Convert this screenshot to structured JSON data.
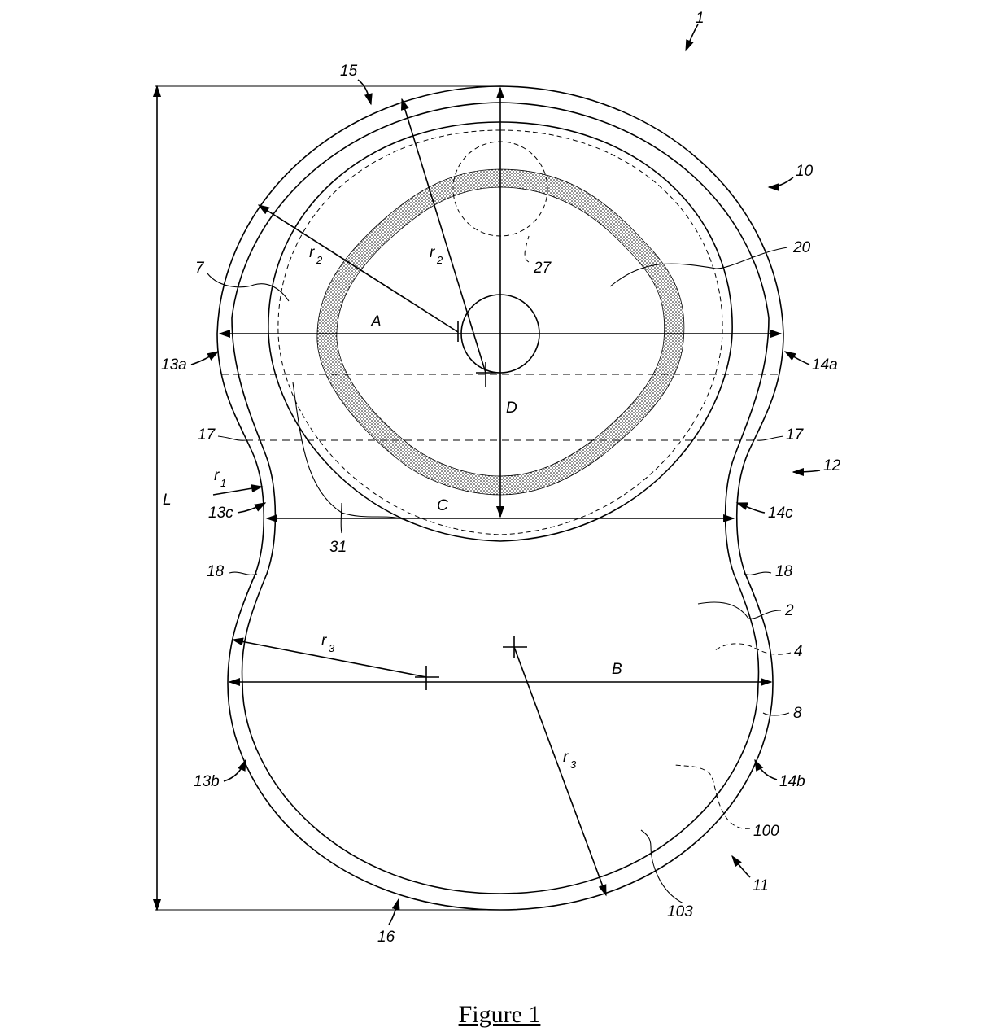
{
  "figure": {
    "caption": "Figure 1",
    "labels": {
      "l1": "1",
      "l10": "10",
      "l11": "11",
      "l12": "12",
      "l15": "15",
      "l16": "16",
      "l20": "20",
      "l27": "27",
      "l7": "7",
      "l13a": "13a",
      "l14a": "14a",
      "l17_left": "17",
      "l17_right": "17",
      "l13c": "13c",
      "l14c": "14c",
      "l31": "31",
      "l18_left": "18",
      "l18_right": "18",
      "l2": "2",
      "l4": "4",
      "l8": "8",
      "l13b": "13b",
      "l14b": "14b",
      "l100": "100",
      "l103": "103",
      "dimA": "A",
      "dimB": "B",
      "dimC": "C",
      "dimD": "D",
      "dimL": "L",
      "r1": "r",
      "r1_sub": "1",
      "r2a": "r",
      "r2a_sub": "2",
      "r2b": "r",
      "r2b_sub": "2",
      "r3a": "r",
      "r3a_sub": "3",
      "r3b": "r",
      "r3b_sub": "3"
    }
  }
}
